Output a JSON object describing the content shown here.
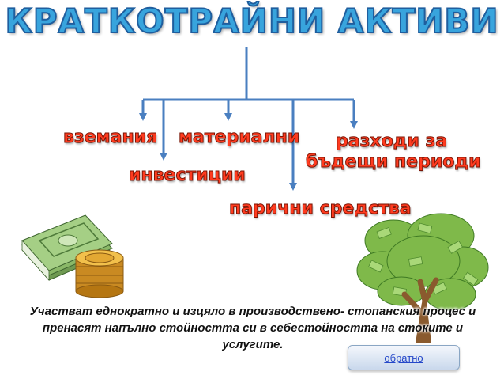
{
  "title": "КРАТКОТРАЙНИ АКТИВИ",
  "nodes": {
    "receivables": "вземания",
    "materials": "материални",
    "future_expenses_line1": "разходи за",
    "future_expenses_line2": "бъдещи периоди",
    "investments": "инвестиции",
    "cash": "парични средства"
  },
  "description": "Участват еднократно и изцяло в производствено- стопанския процес и пренасят напълно стойността си в себестойността на стоките и услугите.",
  "back_button": "обратно",
  "colors": {
    "title": "#38a4dd",
    "node_text": "#ff3b1f",
    "connector": "#4a7fc0"
  },
  "icons": [
    "money-coins-icon",
    "money-tree-icon"
  ]
}
